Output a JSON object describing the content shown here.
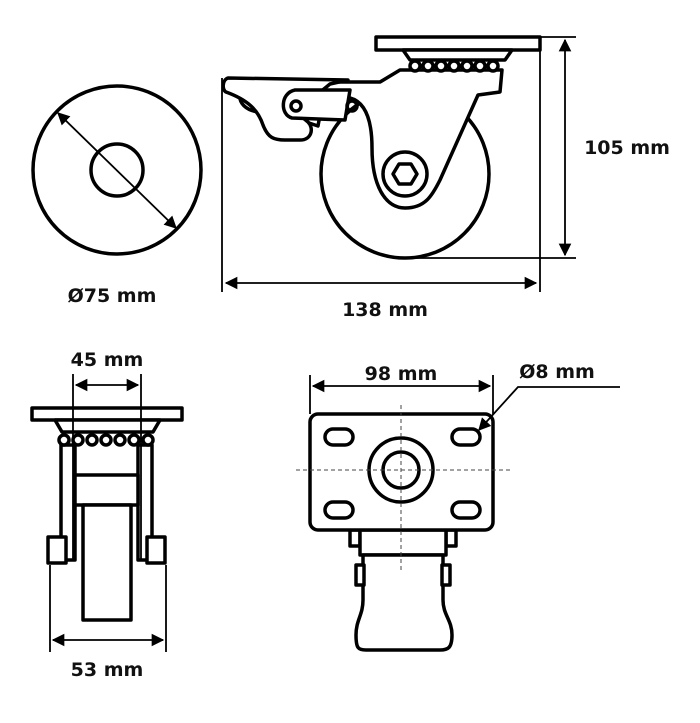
{
  "dimensions": {
    "wheel_diameter": "Ø75 mm",
    "overall_length": "138 mm",
    "overall_height": "105 mm",
    "fork_inner_width": "45 mm",
    "fork_outer_width": "53 mm",
    "plate_width": "98 mm",
    "hole_diameter": "Ø8 mm"
  }
}
